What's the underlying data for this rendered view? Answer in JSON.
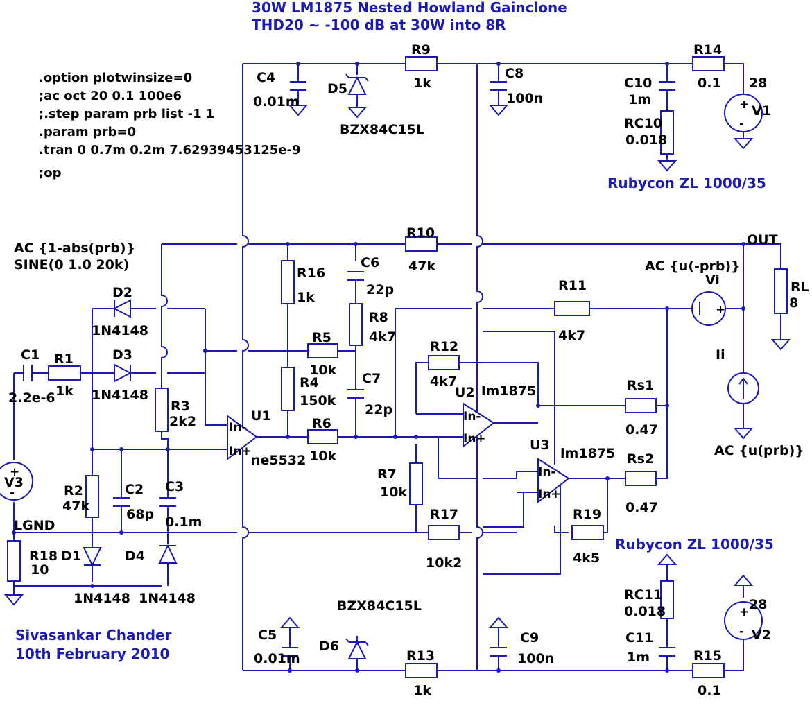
{
  "title": {
    "line1": "30W LM1875 Nested Howland Gainclone",
    "line2": "THD20 ~ -100 dB at 30W into 8R"
  },
  "directives": [
    ".option plotwinsize=0",
    ";ac oct 20 0.1 100e6",
    ";.step param prb list -1 1",
    ".param prb=0",
    ".tran 0 0.7m 0.2m 7.62939453125e-9",
    ";op"
  ],
  "source_notes": {
    "ac": "AC {1-abs(prb)}",
    "sine": "SINE(0 1.0 20k)",
    "vi_ac": "AC {u(-prb)}",
    "ii_ac": "AC {u(prb)}"
  },
  "capacitor_notes": {
    "top": "Rubycon ZL 1000/35",
    "bottom": "Rubycon ZL 1000/35"
  },
  "author": {
    "name": "Sivasankar Chander",
    "date": "10th February 2010"
  },
  "nets": {
    "out": "OUT",
    "lgnd": "LGND"
  },
  "parts": {
    "R9": {
      "ref": "R9",
      "value": "1k"
    },
    "R14": {
      "ref": "R14",
      "value": "0.1"
    },
    "C4": {
      "ref": "C4",
      "value": "0.01m"
    },
    "D5": {
      "ref": "D5",
      "value": "BZX84C15L"
    },
    "C8": {
      "ref": "C8",
      "value": "100n"
    },
    "C10": {
      "ref": "C10",
      "value": "1m"
    },
    "RC10": {
      "ref": "RC10",
      "value": "0.018"
    },
    "V1": {
      "ref": "V1",
      "value": "28"
    },
    "R10": {
      "ref": "R10",
      "value": "47k"
    },
    "R16": {
      "ref": "R16",
      "value": "1k"
    },
    "C6": {
      "ref": "C6",
      "value": "22p"
    },
    "R8": {
      "ref": "R8",
      "value": "4k7"
    },
    "R11": {
      "ref": "R11",
      "value": "4k7"
    },
    "Vi": {
      "ref": "Vi",
      "value": ""
    },
    "RL": {
      "ref": "RL",
      "value": "8"
    },
    "Ii": {
      "ref": "Ii",
      "value": ""
    },
    "D2": {
      "ref": "D2",
      "value": "1N4148"
    },
    "D3": {
      "ref": "D3",
      "value": "1N4148"
    },
    "C1": {
      "ref": "C1",
      "value": "2.2e-6"
    },
    "R1": {
      "ref": "R1",
      "value": "1k"
    },
    "R5": {
      "ref": "R5",
      "value": "10k"
    },
    "R4": {
      "ref": "R4",
      "value": "150k"
    },
    "C7": {
      "ref": "C7",
      "value": "22p"
    },
    "R12": {
      "ref": "R12",
      "value": "4k7"
    },
    "U2": {
      "ref": "U2",
      "value": "lm1875"
    },
    "Rs1": {
      "ref": "Rs1",
      "value": "0.47"
    },
    "R3": {
      "ref": "R3",
      "value": "2k2"
    },
    "U1": {
      "ref": "U1",
      "value": "ne5532"
    },
    "R6": {
      "ref": "R6",
      "value": "10k"
    },
    "U3": {
      "ref": "U3",
      "value": "lm1875"
    },
    "Rs2": {
      "ref": "Rs2",
      "value": "0.47"
    },
    "V3": {
      "ref": "V3",
      "value": ""
    },
    "R2": {
      "ref": "R2",
      "value": "47k"
    },
    "C2": {
      "ref": "C2",
      "value": "68p"
    },
    "C3": {
      "ref": "C3",
      "value": "0.1m"
    },
    "R7": {
      "ref": "R7",
      "value": "10k"
    },
    "R17": {
      "ref": "R17",
      "value": "10k2"
    },
    "R19": {
      "ref": "R19",
      "value": "4k5"
    },
    "R18": {
      "ref": "R18",
      "value": "10"
    },
    "D1": {
      "ref": "D1",
      "value": "1N4148"
    },
    "D4": {
      "ref": "D4",
      "value": "1N4148"
    },
    "RC11": {
      "ref": "RC11",
      "value": "0.018"
    },
    "V2": {
      "ref": "V2",
      "value": "28"
    },
    "C5": {
      "ref": "C5",
      "value": "0.01m"
    },
    "D6": {
      "ref": "D6",
      "value": "BZX84C15L"
    },
    "C9": {
      "ref": "C9",
      "value": "100n"
    },
    "C11": {
      "ref": "C11",
      "value": "1m"
    },
    "R13": {
      "ref": "R13",
      "value": "1k"
    },
    "R15": {
      "ref": "R15",
      "value": "0.1"
    }
  },
  "pins": {
    "in_minus": "In-",
    "in_plus": "In+",
    "plus": "+",
    "minus": "-"
  }
}
